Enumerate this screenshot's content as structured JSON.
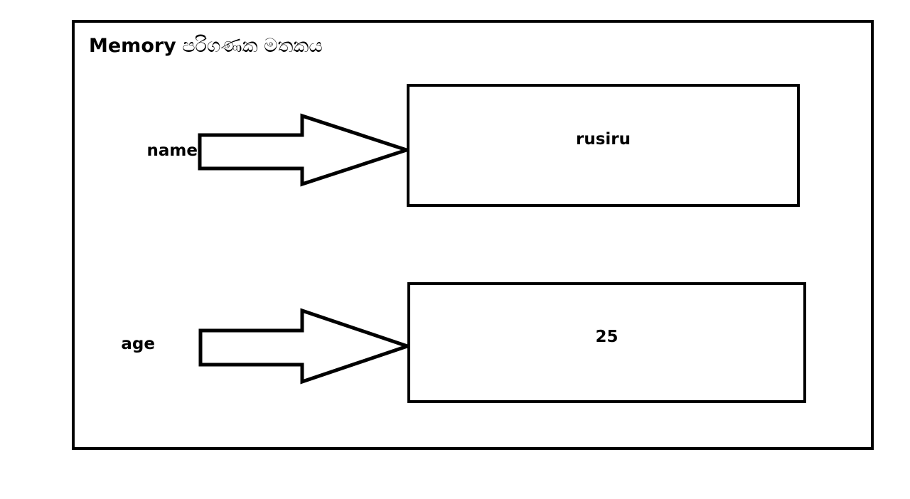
{
  "diagram": {
    "title": {
      "latin": "Memory",
      "sinhala": "පරිගණක මතකය"
    },
    "container_label": "Memory",
    "border_color": "#000000",
    "background_color": "#ffffff",
    "text_color": "#000000",
    "variables": [
      {
        "name": "name",
        "value": "rusiru",
        "arrow": "block-arrow-right"
      },
      {
        "name": "age",
        "value": "25",
        "arrow": "block-arrow-right"
      }
    ]
  }
}
